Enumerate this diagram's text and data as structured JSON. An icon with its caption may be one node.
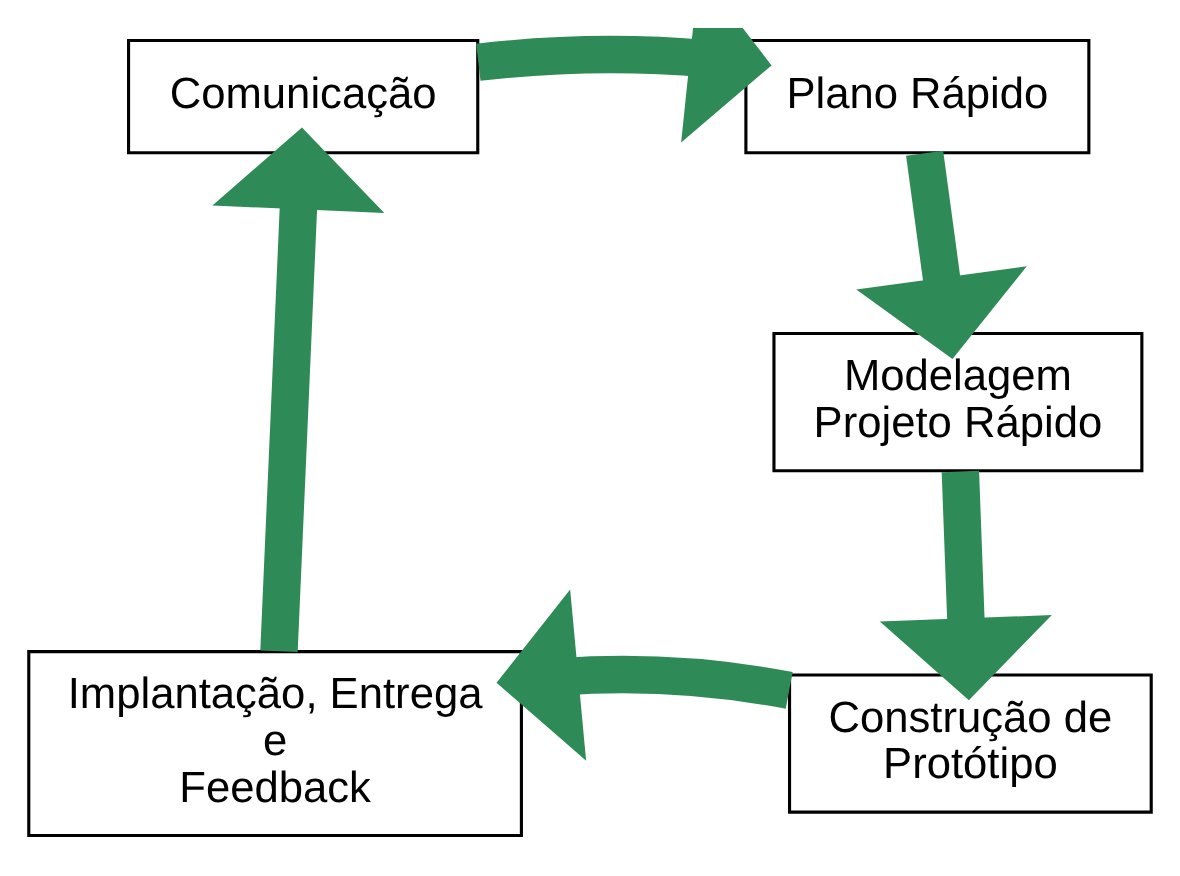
{
  "diagram": {
    "nodes": [
      {
        "text": [
          "Comunicação"
        ]
      },
      {
        "text": [
          "Plano Rápido"
        ]
      },
      {
        "text": [
          "Modelagem Projeto Rápido"
        ]
      },
      {
        "text": [
          "Construção de Protótipo"
        ]
      },
      {
        "text": [
          "Implantação, Entrega e Feedback"
        ]
      }
    ],
    "edges": [
      {
        "from": 0,
        "to": 1,
        "arrow": "to"
      },
      {
        "from": 1,
        "to": 2,
        "arrow": "to"
      },
      {
        "from": 2,
        "to": 3,
        "arrow": "to"
      },
      {
        "from": 3,
        "to": 4,
        "arrow": "to"
      },
      {
        "from": 4,
        "to": 0,
        "arrow": "to"
      }
    ]
  }
}
